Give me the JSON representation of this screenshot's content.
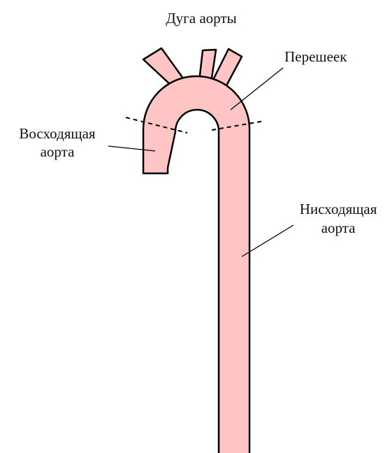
{
  "title": "Дуга аорты",
  "labels": {
    "isthmus": "Перешеек",
    "ascending_line1": "Восходящая",
    "ascending_line2": "аорта",
    "descending_line1": "Нисходящая",
    "descending_line2": "аорта"
  },
  "colors": {
    "vessel_fill": "#ffc4c4",
    "outline": "#000000",
    "text": "#111111"
  }
}
